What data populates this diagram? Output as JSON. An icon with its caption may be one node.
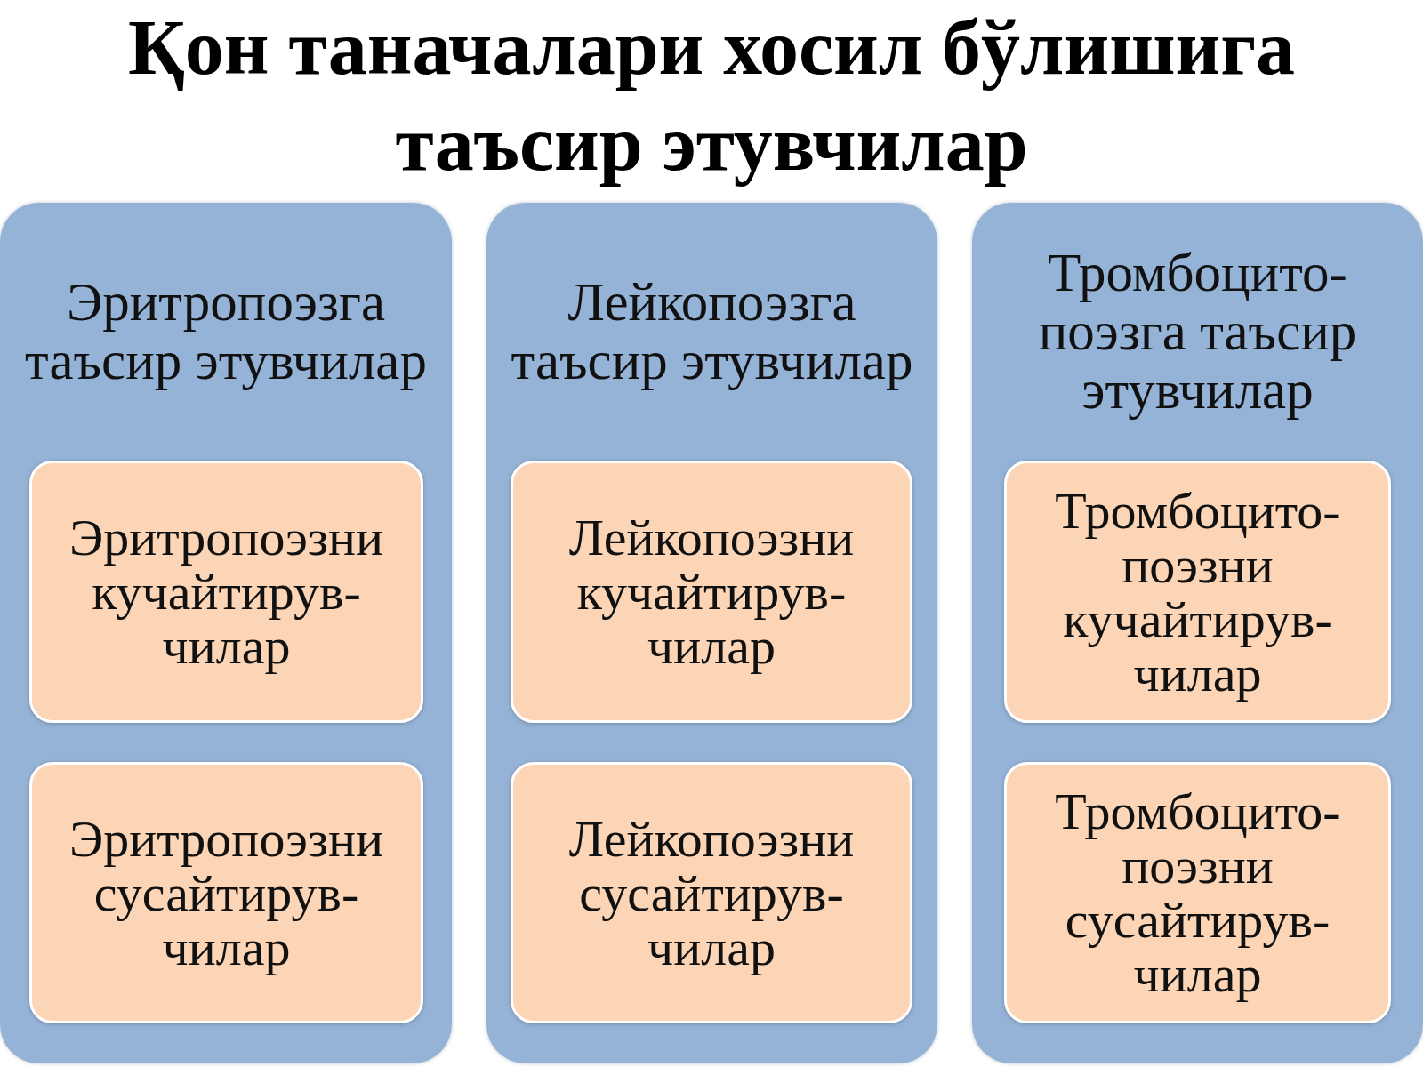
{
  "diagram": {
    "title": "Қон таначалари хосил бўлишига таъсир этувчилар",
    "nodes": [
      {
        "text": [
          "Эритропоэзга таъсир этувчилар"
        ]
      },
      {
        "text": [
          "Эритропоэзни кучайтирув- чилар"
        ],
        "in": 0
      },
      {
        "text": [
          "Эритропоэзни сусайтирув- чилар"
        ],
        "in": 0
      },
      {
        "text": [
          "Лейкопоэзга таъсир этувчилар"
        ]
      },
      {
        "text": [
          "Лейкопоэзни кучайтирув- чилар"
        ],
        "in": 3
      },
      {
        "text": [
          "Лейкопоэзни сусайтирув- чилар"
        ],
        "in": 3
      },
      {
        "text": [
          "Тромбоцито- поэзга таъсир этувчилар"
        ]
      },
      {
        "text": [
          "Тромбоцито- поэзни кучайтирув- чилар"
        ],
        "in": 6
      },
      {
        "text": [
          "Тромбоцито- поэзни сусайтирув- чилар"
        ],
        "in": 6
      }
    ]
  }
}
